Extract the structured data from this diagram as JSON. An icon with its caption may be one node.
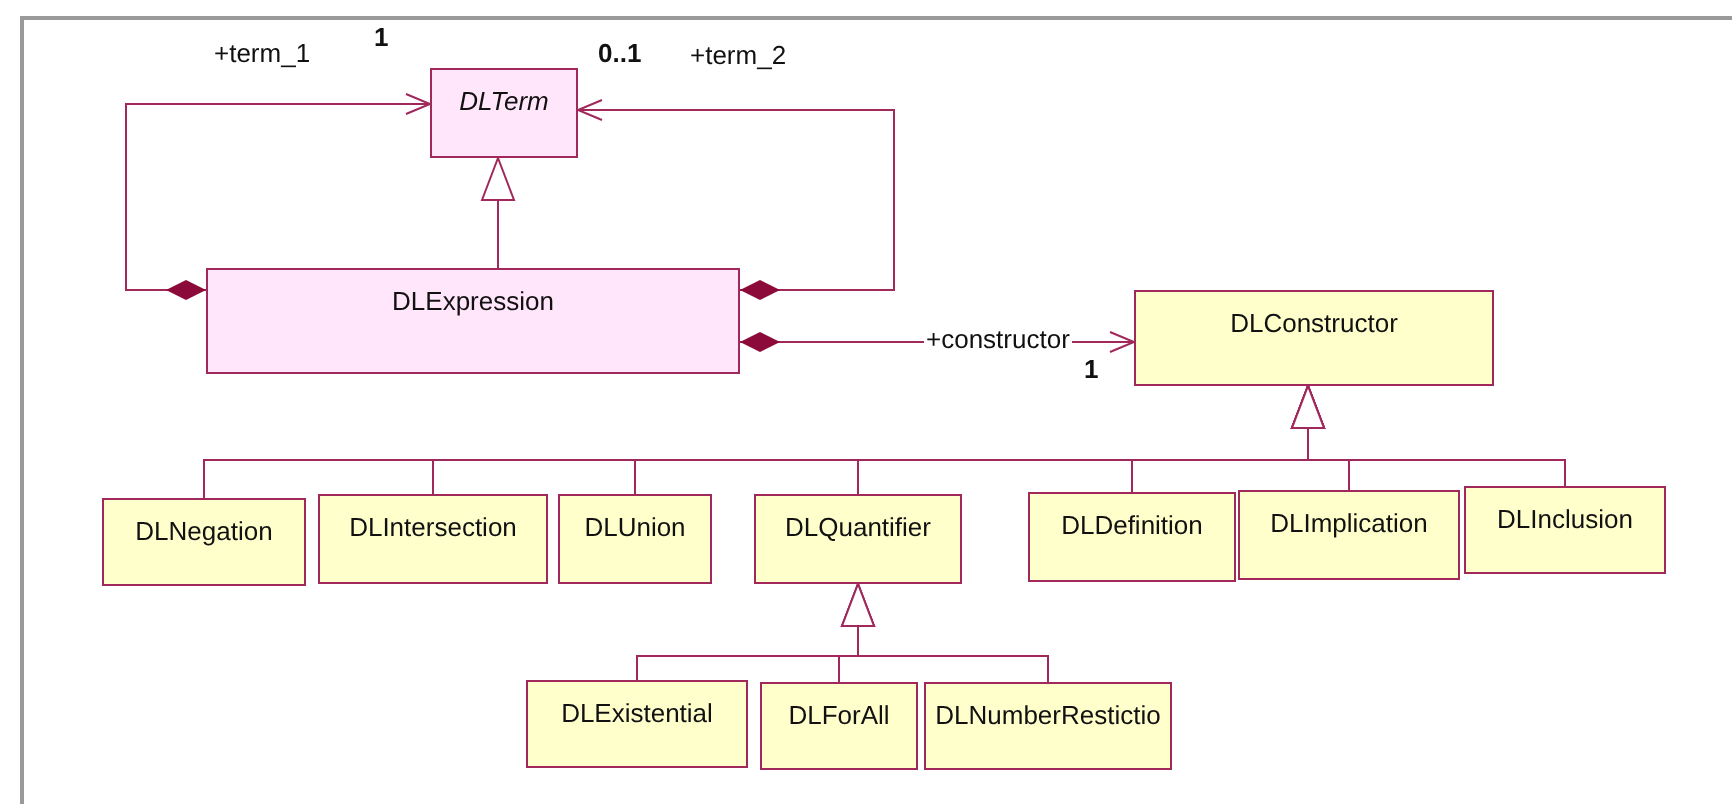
{
  "diagram": {
    "nodes": [
      {
        "text": [
          "DLTerm"
        ]
      },
      {
        "text": [
          "DLExpression"
        ]
      },
      {
        "text": [
          "DLConstructor"
        ]
      },
      {
        "text": [
          "DLNegation"
        ]
      },
      {
        "text": [
          "DLIntersection"
        ]
      },
      {
        "text": [
          "DLUnion"
        ]
      },
      {
        "text": [
          "DLQuantifier"
        ]
      },
      {
        "text": [
          "DLDefinition"
        ]
      },
      {
        "text": [
          "DLImplication"
        ]
      },
      {
        "text": [
          "DLInclusion"
        ]
      },
      {
        "text": [
          "DLExistential"
        ]
      },
      {
        "text": [
          "DLForAll"
        ]
      },
      {
        "text": [
          "DLNumberRestictio"
        ]
      }
    ],
    "edges": [
      {
        "from": 1,
        "to": 0,
        "arrow": "to",
        "label": "+term_1"
      },
      {
        "from": 1,
        "to": 0,
        "arrow": "to",
        "label": "+term_2"
      },
      {
        "from": 1,
        "to": 2,
        "arrow": "to",
        "label": "+constructor"
      },
      {
        "from": 1,
        "to": 0,
        "arrow": "to"
      },
      {
        "from": 3,
        "to": 2,
        "arrow": "to"
      },
      {
        "from": 4,
        "to": 2,
        "arrow": "to"
      },
      {
        "from": 5,
        "to": 2,
        "arrow": "to"
      },
      {
        "from": 6,
        "to": 2,
        "arrow": "to"
      },
      {
        "from": 7,
        "to": 2,
        "arrow": "to"
      },
      {
        "from": 8,
        "to": 2,
        "arrow": "to"
      },
      {
        "from": 9,
        "to": 2,
        "arrow": "to"
      },
      {
        "from": 10,
        "to": 6,
        "arrow": "to"
      },
      {
        "from": 11,
        "to": 6,
        "arrow": "to"
      },
      {
        "from": 12,
        "to": 6,
        "arrow": "to"
      }
    ],
    "labels": [
      "1",
      "0..1",
      "1"
    ]
  }
}
